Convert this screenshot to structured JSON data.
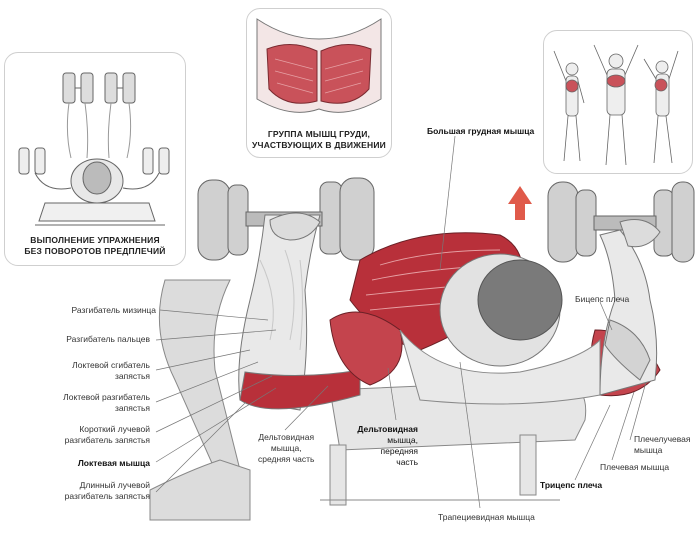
{
  "panels": {
    "left_caption": [
      "ВЫПОЛНЕНИЕ УПРАЖНЕНИЯ",
      "БЕЗ ПОВОРОТОВ ПРЕДПЛЕЧИЙ"
    ],
    "center_caption": [
      "ГРУППА МЫШЦ ГРУДИ,",
      "УЧАСТВУЮЩИХ В ДВИЖЕНИИ"
    ]
  },
  "labels": {
    "pectoralis_major": "Большая грудная мышца",
    "biceps": "Бицепс плеча",
    "extensor_digiti_minimi": "Разгибатель мизинца",
    "extensor_digitorum": "Разгибатель пальцев",
    "flexor_carpi_ulnaris": [
      "Локтевой сгибатель",
      "запястья"
    ],
    "extensor_carpi_ulnaris": [
      "Локтевой разгибатель",
      "запястья"
    ],
    "extensor_carpi_radialis_brevis": [
      "Короткий лучевой",
      "разгибатель запястья"
    ],
    "anconeus": "Локтевая мышца",
    "extensor_carpi_radialis_longus": [
      "Длинный лучевой",
      "разгибатель запястья"
    ],
    "deltoid_middle": [
      "Дельтовидная",
      "мышца,",
      "средняя часть"
    ],
    "deltoid_anterior": [
      "Дельтовидная",
      "мышца,",
      "передняя",
      "часть"
    ],
    "trapezius": "Трапециевидная мышца",
    "triceps": "Трицепс плеча",
    "brachioradialis": [
      "Плечелучевая",
      "мышца"
    ],
    "brachialis": "Плечевая мышца"
  },
  "colors": {
    "muscle_red": "#b8303a",
    "line_gray": "#777777",
    "arrow_red": "#e05a4a"
  },
  "icons": [
    "dumbbell-icon",
    "up-arrow-icon"
  ]
}
